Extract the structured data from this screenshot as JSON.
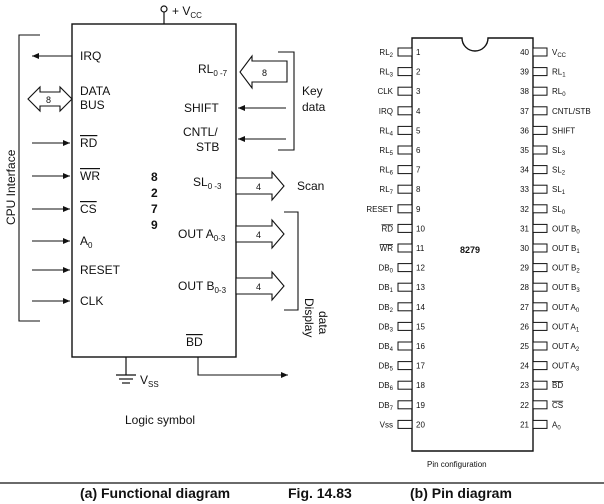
{
  "logic_symbol": {
    "vcc": "+ V",
    "vcc_sub": "CC",
    "vss": "V",
    "vss_sub": "SS",
    "chip_digits": [
      "8",
      "2",
      "7",
      "9"
    ],
    "left_pins": [
      "IRQ",
      "DATA",
      "BUS",
      "RD",
      "WR",
      "CS",
      "A",
      "RESET",
      "CLK"
    ],
    "a0_sub": "0",
    "data_bus_width": "8",
    "right_pins": {
      "rl": "RL",
      "rl_sub": "0 -7",
      "shift": "SHIFT",
      "cntl": "CNTL/",
      "stb": "STB",
      "sl": "SL",
      "sl_sub": "0 -3",
      "outa": "OUT A",
      "outa_sub": "0-3",
      "outb": "OUT B",
      "outb_sub": "0-3",
      "bd": "BD"
    },
    "bus_widths": {
      "rl": "8",
      "sl": "4",
      "outa": "4",
      "outb": "4"
    },
    "side_labels": {
      "cpu": "CPU Interface",
      "key": "Key",
      "key2": "data",
      "scan": "Scan",
      "display": "Display",
      "display2": "data"
    },
    "caption": "Logic symbol"
  },
  "pin_diagram": {
    "chip_label": "8279",
    "caption": "Pin configuration",
    "left": [
      {
        "n": "1",
        "name": "RL",
        "sub": "2"
      },
      {
        "n": "2",
        "name": "RL",
        "sub": "3"
      },
      {
        "n": "3",
        "name": "CLK",
        "sub": ""
      },
      {
        "n": "4",
        "name": "IRQ",
        "sub": ""
      },
      {
        "n": "5",
        "name": "RL",
        "sub": "4"
      },
      {
        "n": "6",
        "name": "RL",
        "sub": "5"
      },
      {
        "n": "7",
        "name": "RL",
        "sub": "6"
      },
      {
        "n": "8",
        "name": "RL",
        "sub": "7"
      },
      {
        "n": "9",
        "name": "RESET",
        "sub": ""
      },
      {
        "n": "10",
        "name": "RD",
        "sub": "",
        "bar": true
      },
      {
        "n": "11",
        "name": "WR",
        "sub": "",
        "bar": true
      },
      {
        "n": "12",
        "name": "DB",
        "sub": "0"
      },
      {
        "n": "13",
        "name": "DB",
        "sub": "1"
      },
      {
        "n": "14",
        "name": "DB",
        "sub": "2"
      },
      {
        "n": "15",
        "name": "DB",
        "sub": "3"
      },
      {
        "n": "16",
        "name": "DB",
        "sub": "4"
      },
      {
        "n": "17",
        "name": "DB",
        "sub": "5"
      },
      {
        "n": "18",
        "name": "DB",
        "sub": "6"
      },
      {
        "n": "19",
        "name": "DB",
        "sub": "7"
      },
      {
        "n": "20",
        "name": "Vss",
        "sub": ""
      }
    ],
    "right": [
      {
        "n": "40",
        "name": "V",
        "sub": "CC"
      },
      {
        "n": "39",
        "name": "RL",
        "sub": "1"
      },
      {
        "n": "38",
        "name": "RL",
        "sub": "0"
      },
      {
        "n": "37",
        "name": "CNTL/STB",
        "sub": ""
      },
      {
        "n": "36",
        "name": "SHIFT",
        "sub": ""
      },
      {
        "n": "35",
        "name": "SL",
        "sub": "3"
      },
      {
        "n": "34",
        "name": "SL",
        "sub": "2"
      },
      {
        "n": "33",
        "name": "SL",
        "sub": "1"
      },
      {
        "n": "32",
        "name": "SL",
        "sub": "0"
      },
      {
        "n": "31",
        "name": "OUT B",
        "sub": "0"
      },
      {
        "n": "30",
        "name": "OUT B",
        "sub": "1"
      },
      {
        "n": "29",
        "name": "OUT B",
        "sub": "2"
      },
      {
        "n": "28",
        "name": "OUT B",
        "sub": "3"
      },
      {
        "n": "27",
        "name": "OUT A",
        "sub": "0"
      },
      {
        "n": "26",
        "name": "OUT A",
        "sub": "1"
      },
      {
        "n": "25",
        "name": "OUT A",
        "sub": "2"
      },
      {
        "n": "24",
        "name": "OUT A",
        "sub": "3"
      },
      {
        "n": "23",
        "name": "BD",
        "sub": "",
        "bar": true
      },
      {
        "n": "22",
        "name": "CS",
        "sub": "",
        "bar": true
      },
      {
        "n": "21",
        "name": "A",
        "sub": "0"
      }
    ]
  },
  "captions": {
    "a": "(a) Functional diagram",
    "fig": "Fig. 14.83",
    "b": "(b) Pin diagram"
  }
}
